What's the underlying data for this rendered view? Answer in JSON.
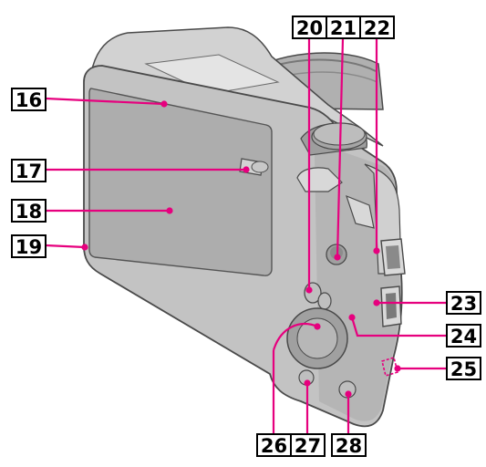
{
  "figure": {
    "subject": "camera-rear-view",
    "colors": {
      "body": "#c3c3c3",
      "body_shade": "#9a9a9a",
      "body_light": "#dedede",
      "screen": "#adadad",
      "outline": "#4a4a4a",
      "leader": "#e6007e"
    },
    "callouts": [
      {
        "number": "16",
        "part": "callout-16"
      },
      {
        "number": "17",
        "part": "callout-17"
      },
      {
        "number": "18",
        "part": "callout-18"
      },
      {
        "number": "19",
        "part": "callout-19"
      },
      {
        "number": "20",
        "part": "callout-20"
      },
      {
        "number": "21",
        "part": "callout-21"
      },
      {
        "number": "22",
        "part": "callout-22"
      },
      {
        "number": "23",
        "part": "callout-23"
      },
      {
        "number": "24",
        "part": "callout-24"
      },
      {
        "number": "25",
        "part": "callout-25"
      },
      {
        "number": "26",
        "part": "callout-26"
      },
      {
        "number": "27",
        "part": "callout-27"
      },
      {
        "number": "28",
        "part": "callout-28"
      }
    ]
  }
}
